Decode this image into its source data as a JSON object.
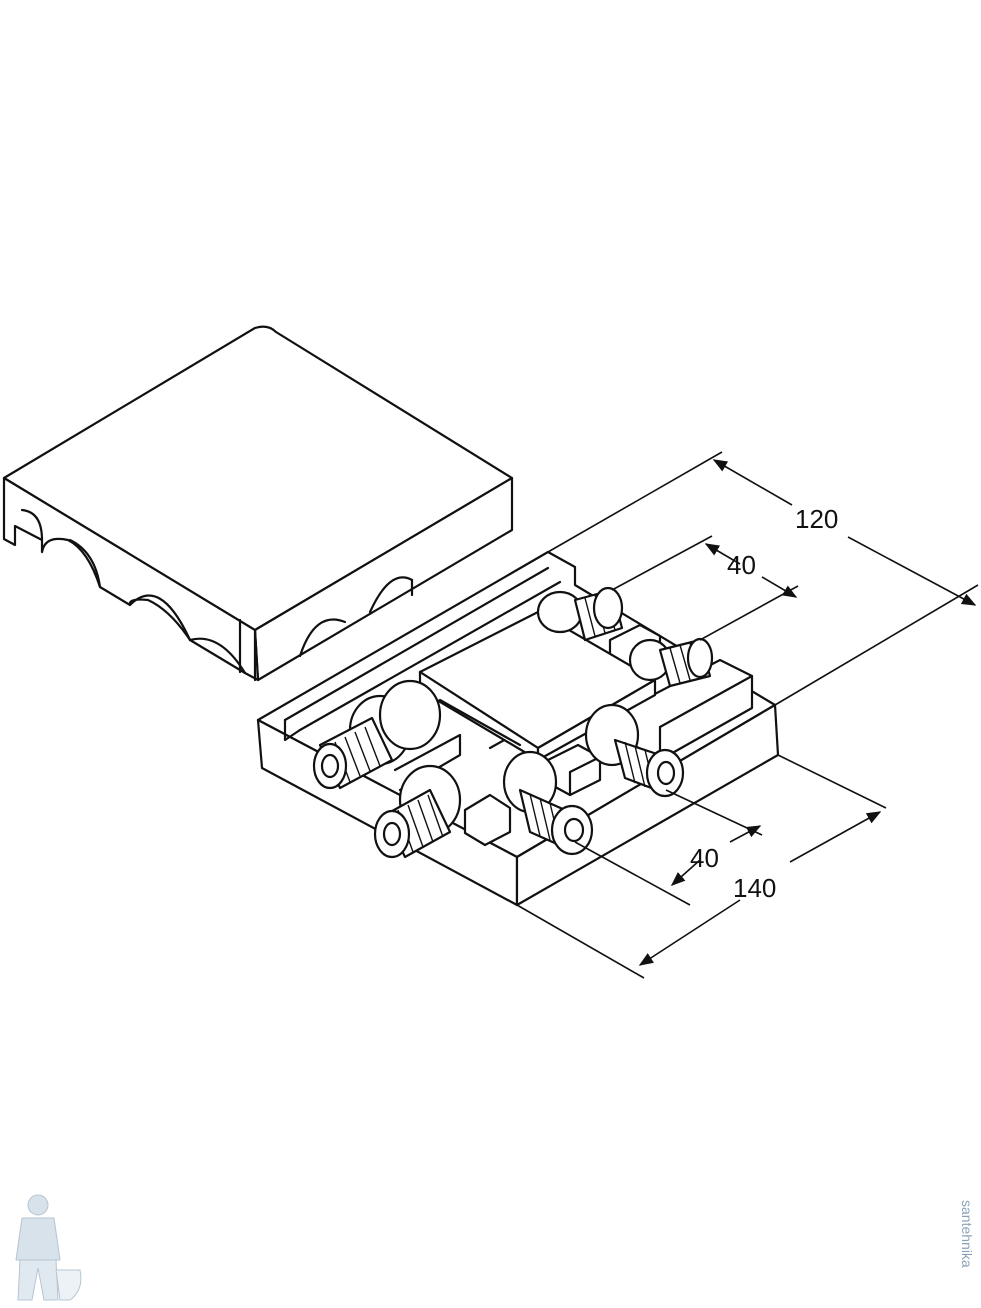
{
  "dimensions": {
    "width_top": "120",
    "spacing_top": "40",
    "spacing_bottom": "40",
    "length_bottom": "140"
  },
  "watermark": {
    "side_text": "santehnika"
  },
  "colors": {
    "line": "#111111",
    "watermark": "#8aa2b8",
    "background": "#ffffff"
  }
}
